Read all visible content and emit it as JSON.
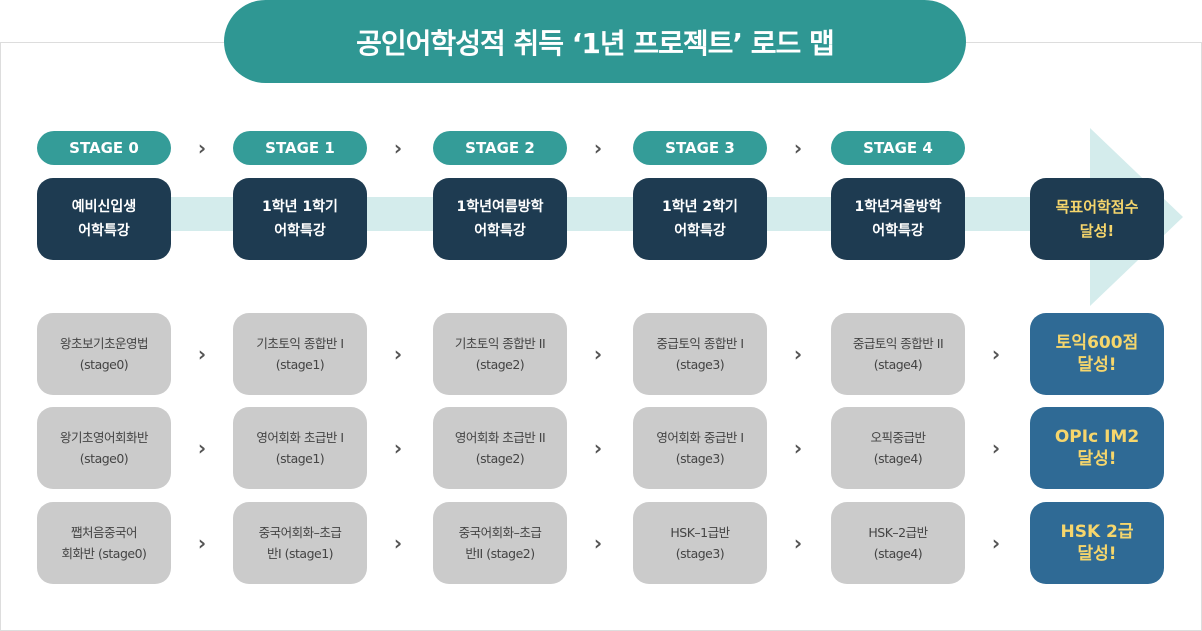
{
  "title": "공인어학성적 취득 ‘1년 프로젝트’ 로드 맵",
  "stages": [
    "STAGE 0",
    "STAGE 1",
    "STAGE 2",
    "STAGE 3",
    "STAGE 4"
  ],
  "periods": [
    "예비신입생\n어학특강",
    "1학년 1학기\n어학특강",
    "1학년여름방학\n어학특강",
    "1학년 2학기\n어학특강",
    "1학년겨울방학\n어학특강"
  ],
  "goal": "목표어학점수\n달성!",
  "tracks": [
    {
      "courses": [
        "왕초보기초운영법\n(stage0)",
        "기초토익 종합반 I\n(stage1)",
        "기초토익 종합반 II\n(stage2)",
        "중급토익 종합반 I\n(stage3)",
        "중급토익 종합반 II\n(stage4)"
      ],
      "result": "토익600점\n달성!"
    },
    {
      "courses": [
        "왕기초영어회화반\n(stage0)",
        "영어회화 초급반 I\n(stage1)",
        "영어회화 초급반 II\n(stage2)",
        "영어회화 중급반 I\n(stage3)",
        "오픽중급반\n(stage4)"
      ],
      "result": "OPIc IM2\n달성!"
    },
    {
      "courses": [
        "쨉처음중국어\n회화반 (stage0)",
        "중국어회화–초급\n반I (stage1)",
        "중국어회화–초급\n반II (stage2)",
        "HSK–1급반\n(stage3)",
        "HSK–2급반\n(stage4)"
      ],
      "result": "HSK 2급\n달성!"
    }
  ],
  "chevron": "›"
}
